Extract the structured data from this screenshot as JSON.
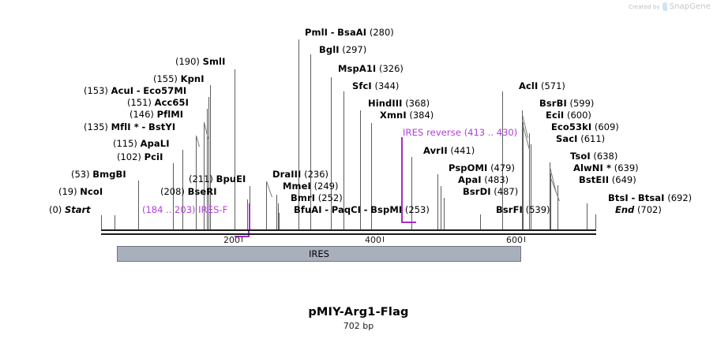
{
  "watermark": {
    "created_by": "Created by",
    "brand": "SnapGene",
    "logo_icon": "snapgene-bookmark-icon"
  },
  "plasmid": {
    "name": "pMIY-Arg1-Flag",
    "size": "702 bp",
    "length_bp": 702,
    "start_label": "Start",
    "start_pos": "(0)",
    "end_label": "End",
    "end_pos": "(702)"
  },
  "ruler": {
    "ticks": [
      {
        "label": "200",
        "bp": 200
      },
      {
        "label": "400",
        "bp": 400
      },
      {
        "label": "600",
        "bp": 600
      }
    ]
  },
  "features": [
    {
      "name": "IRES",
      "start": 24,
      "end": 597,
      "color": "#a9b0bb"
    }
  ],
  "primers": [
    {
      "name": "IRES-F",
      "range": "(184 .. 203)",
      "start": 184,
      "end": 203,
      "direction": "forward",
      "color": "#b03dd9"
    },
    {
      "name": "IRES reverse",
      "range": "(413 .. 430)",
      "start": 413,
      "end": 430,
      "direction": "reverse",
      "color": "#b03dd9"
    }
  ],
  "sites": [
    {
      "names": [
        "Start"
      ],
      "pos": "(0)",
      "bp": 0,
      "pos_side": "left",
      "italic": true
    },
    {
      "names": [
        "NcoI"
      ],
      "pos": "(19)",
      "bp": 19,
      "pos_side": "left"
    },
    {
      "names": [
        "BmgBI"
      ],
      "pos": "(53)",
      "bp": 53,
      "pos_side": "left"
    },
    {
      "names": [
        "PciI"
      ],
      "pos": "(102)",
      "bp": 102,
      "pos_side": "left"
    },
    {
      "names": [
        "ApaLI"
      ],
      "pos": "(115)",
      "bp": 115,
      "pos_side": "left"
    },
    {
      "names": [
        "MflI *",
        "BstYI"
      ],
      "pos": "(135)",
      "bp": 135,
      "pos_side": "left"
    },
    {
      "names": [
        "PflMI"
      ],
      "pos": "(146)",
      "bp": 146,
      "pos_side": "left"
    },
    {
      "names": [
        "Acc65I"
      ],
      "pos": "(151)",
      "bp": 151,
      "pos_side": "left"
    },
    {
      "names": [
        "AcuI",
        "Eco57MI"
      ],
      "pos": "(153)",
      "bp": 153,
      "pos_side": "left"
    },
    {
      "names": [
        "KpnI"
      ],
      "pos": "(155)",
      "bp": 155,
      "pos_side": "left"
    },
    {
      "names": [
        "SmlI"
      ],
      "pos": "(190)",
      "bp": 190,
      "pos_side": "left"
    },
    {
      "names": [
        "BseRI"
      ],
      "pos": "(208)",
      "bp": 208,
      "pos_side": "left"
    },
    {
      "names": [
        "BpuEI"
      ],
      "pos": "(211)",
      "bp": 211,
      "pos_side": "left"
    },
    {
      "names": [
        "DraIII"
      ],
      "pos": "(236)",
      "bp": 236,
      "pos_side": "right"
    },
    {
      "names": [
        "MmeI"
      ],
      "pos": "(249)",
      "bp": 249,
      "pos_side": "right"
    },
    {
      "names": [
        "BmrI"
      ],
      "pos": "(252)",
      "bp": 252,
      "pos_side": "right"
    },
    {
      "names": [
        "BfuAI",
        "PaqCI",
        "BspMI"
      ],
      "pos": "(253)",
      "bp": 253,
      "pos_side": "right"
    },
    {
      "names": [
        "PmlI",
        "BsaAI"
      ],
      "pos": "(280)",
      "bp": 280,
      "pos_side": "right"
    },
    {
      "names": [
        "BglI"
      ],
      "pos": "(297)",
      "bp": 297,
      "pos_side": "right"
    },
    {
      "names": [
        "MspA1I"
      ],
      "pos": "(326)",
      "bp": 326,
      "pos_side": "right"
    },
    {
      "names": [
        "SfcI"
      ],
      "pos": "(344)",
      "bp": 344,
      "pos_side": "right"
    },
    {
      "names": [
        "HindIII"
      ],
      "pos": "(368)",
      "bp": 368,
      "pos_side": "right"
    },
    {
      "names": [
        "XmnI"
      ],
      "pos": "(384)",
      "bp": 384,
      "pos_side": "right"
    },
    {
      "names": [
        "AvrII"
      ],
      "pos": "(441)",
      "bp": 441,
      "pos_side": "right"
    },
    {
      "names": [
        "PspOMI"
      ],
      "pos": "(479)",
      "bp": 479,
      "pos_side": "right"
    },
    {
      "names": [
        "ApaI"
      ],
      "pos": "(483)",
      "bp": 483,
      "pos_side": "right"
    },
    {
      "names": [
        "BsrDI"
      ],
      "pos": "(487)",
      "bp": 487,
      "pos_side": "right"
    },
    {
      "names": [
        "BsrFI"
      ],
      "pos": "(539)",
      "bp": 539,
      "pos_side": "right"
    },
    {
      "names": [
        "AclI"
      ],
      "pos": "(571)",
      "bp": 571,
      "pos_side": "right"
    },
    {
      "names": [
        "BsrBI"
      ],
      "pos": "(599)",
      "bp": 599,
      "pos_side": "right"
    },
    {
      "names": [
        "EciI"
      ],
      "pos": "(600)",
      "bp": 600,
      "pos_side": "right"
    },
    {
      "names": [
        "Eco53kI"
      ],
      "pos": "(609)",
      "bp": 609,
      "pos_side": "right"
    },
    {
      "names": [
        "SacI"
      ],
      "pos": "(611)",
      "bp": 611,
      "pos_side": "right"
    },
    {
      "names": [
        "TsoI"
      ],
      "pos": "(638)",
      "bp": 638,
      "pos_side": "right"
    },
    {
      "names": [
        "AlwNI *"
      ],
      "pos": "(639)",
      "bp": 639,
      "pos_side": "right"
    },
    {
      "names": [
        "BstEII"
      ],
      "pos": "(649)",
      "bp": 649,
      "pos_side": "right"
    },
    {
      "names": [
        "BtsI",
        "BtsaI"
      ],
      "pos": "(692)",
      "bp": 692,
      "pos_side": "right"
    },
    {
      "names": [
        "End"
      ],
      "pos": "(702)",
      "bp": 702,
      "pos_side": "right",
      "italic": true
    }
  ],
  "label_rows": {
    "r0": {
      "text_left": "(0)",
      "text_name": "Start"
    },
    "note": "label rows are laid out in the template"
  }
}
